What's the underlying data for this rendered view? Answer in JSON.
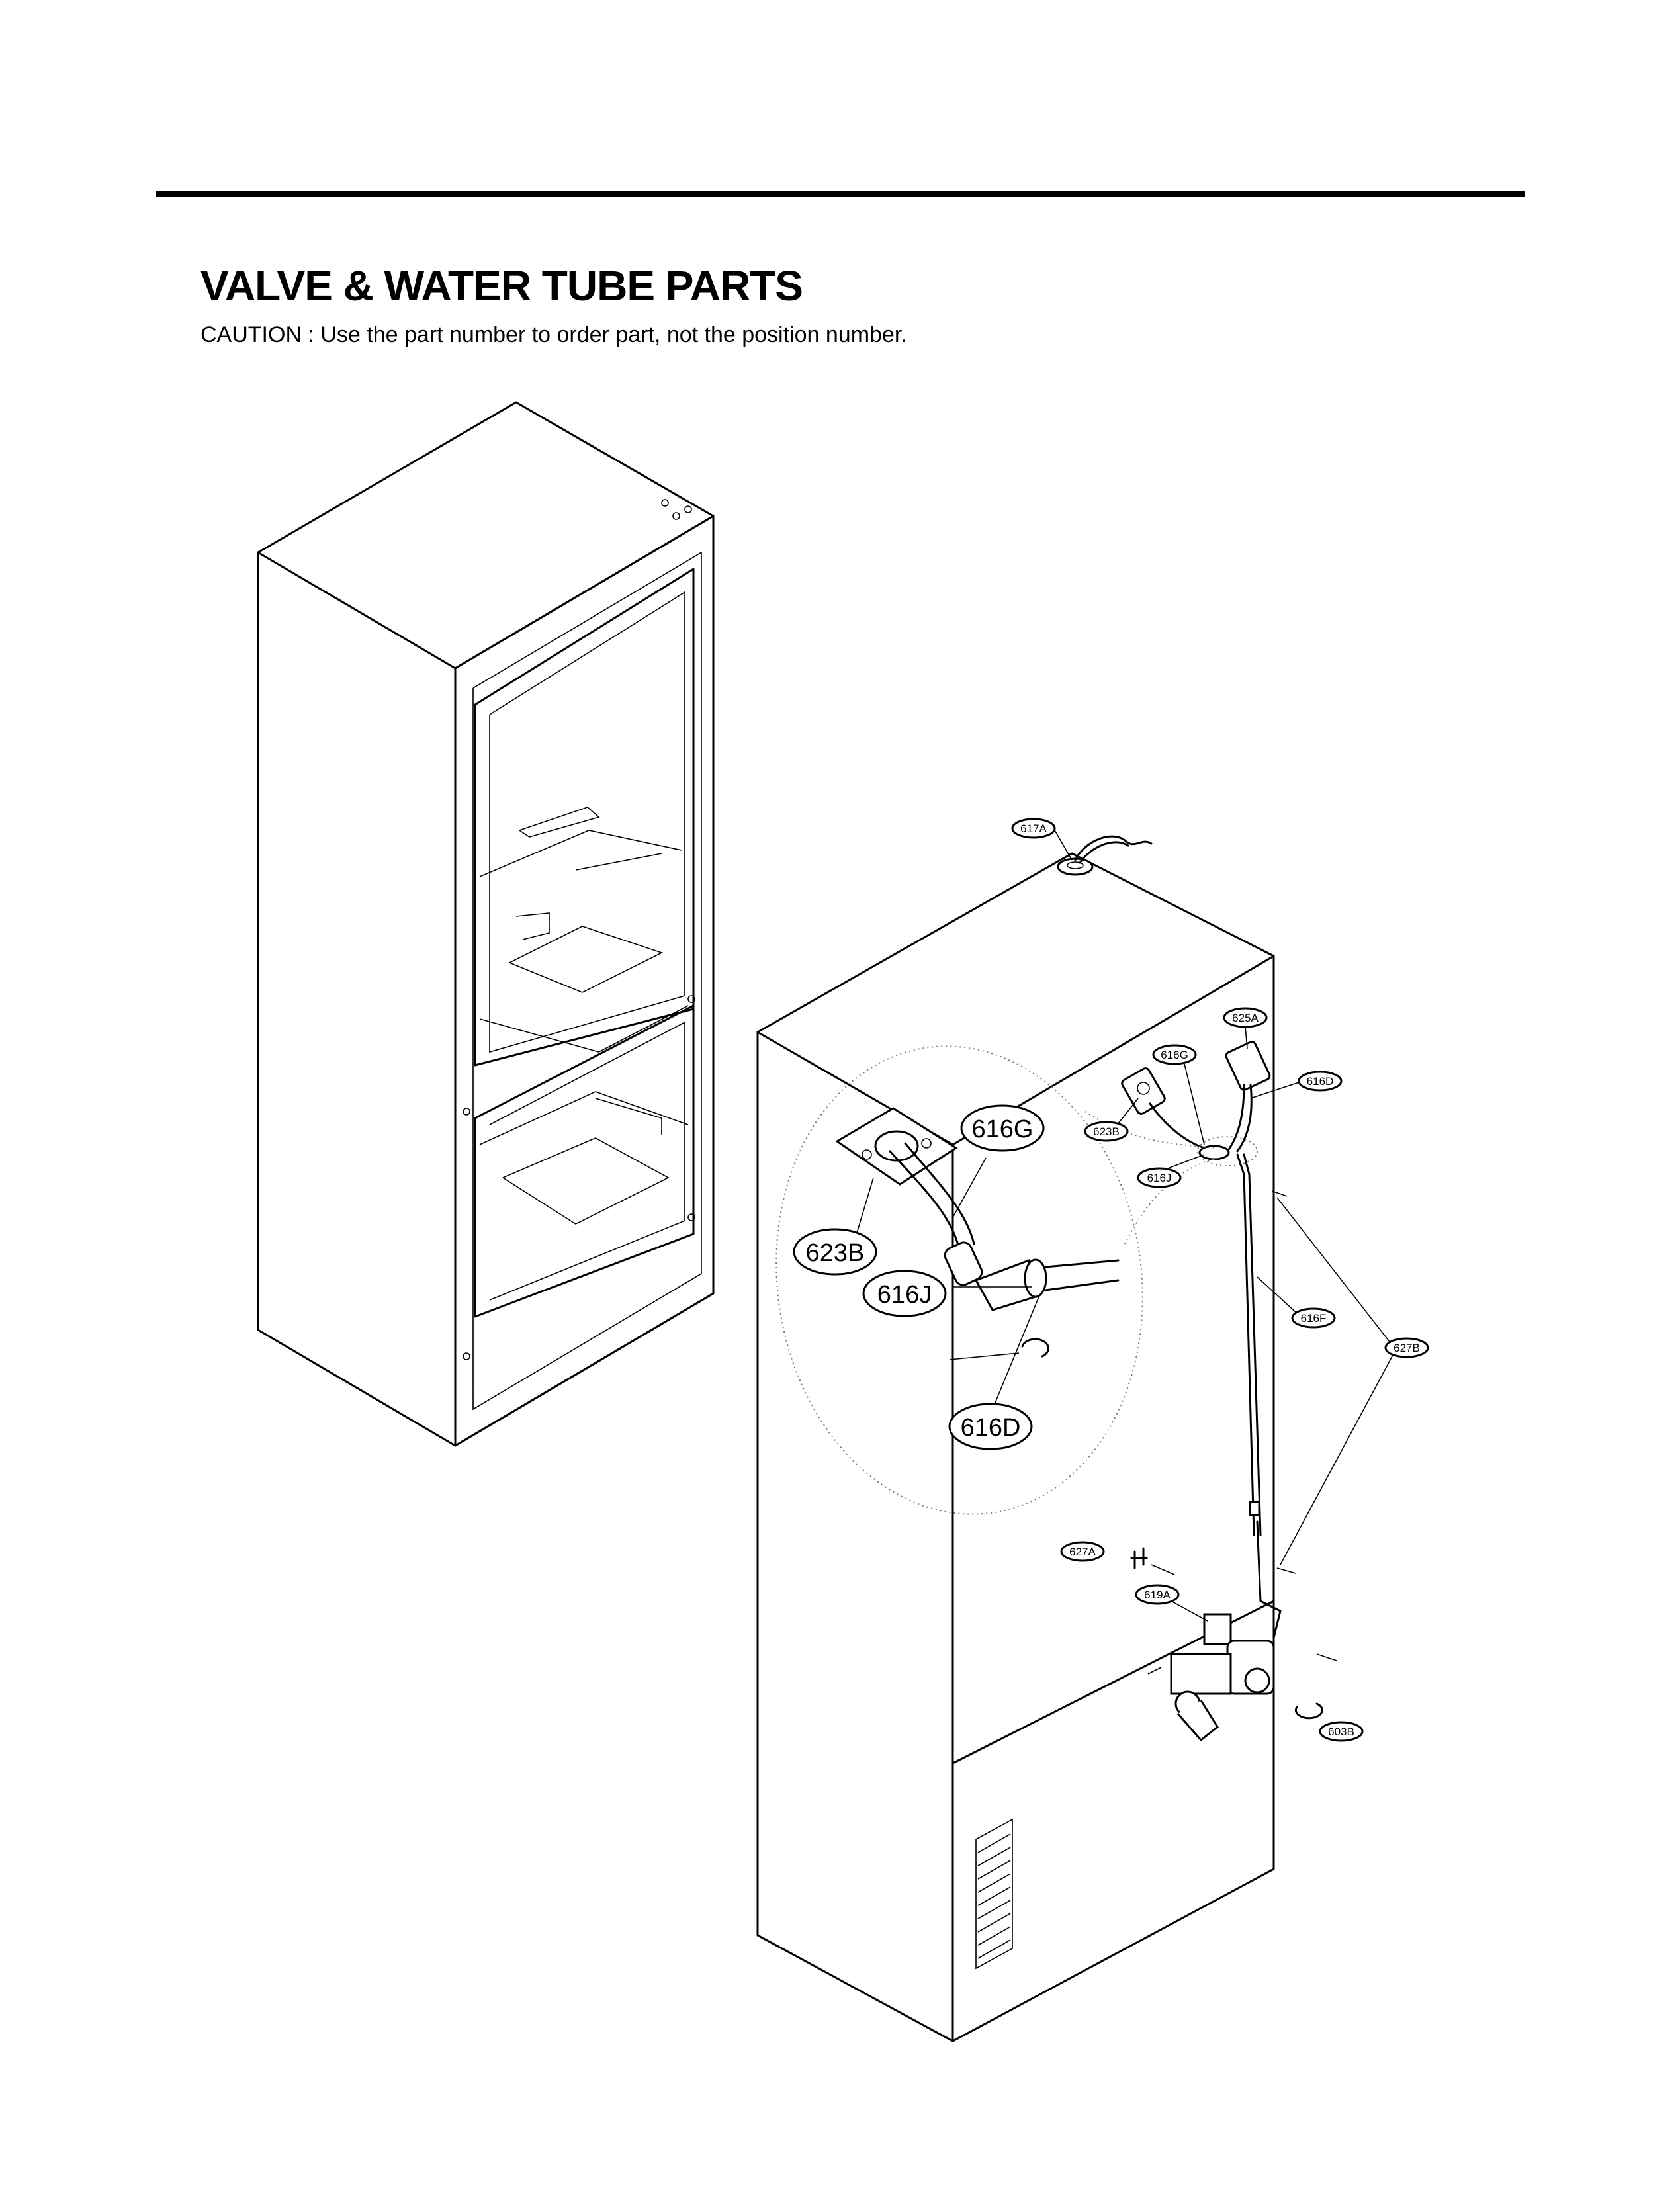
{
  "header": {
    "title": "VALVE & WATER TUBE PARTS",
    "caution": "CAUTION : Use the part number to order part, not the position number."
  },
  "callouts": {
    "small": [
      "617A",
      "625A",
      "616G",
      "616D",
      "623B",
      "616J",
      "616F",
      "627B",
      "627A",
      "619A",
      "603B"
    ],
    "detail": [
      "616G",
      "623B",
      "616J",
      "616D"
    ]
  }
}
